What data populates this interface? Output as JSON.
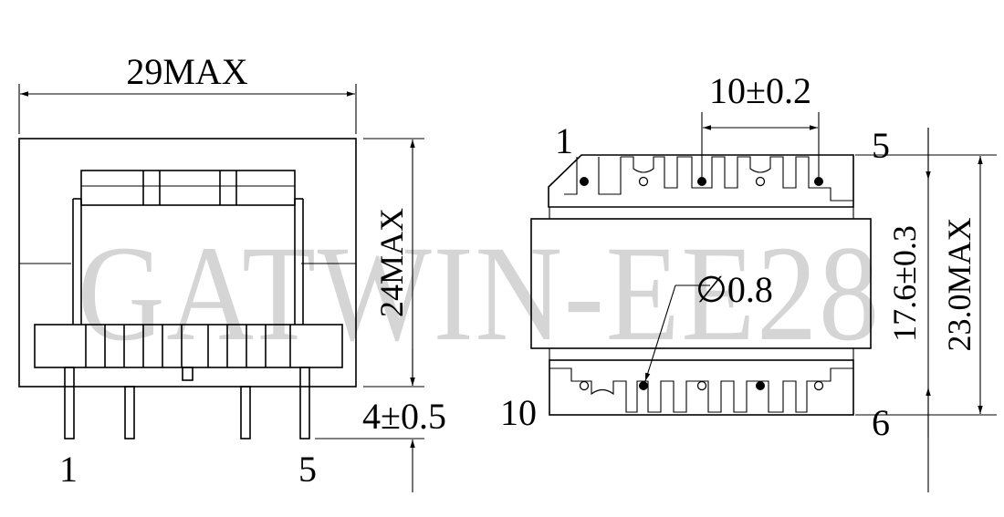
{
  "watermark": "GATWIN-EE28",
  "side_view": {
    "width_dim": "29MAX",
    "height_dim": "24MAX",
    "pin_length_dim": "4±0.5",
    "pin_label_left": "1",
    "pin_label_right": "5"
  },
  "bottom_view": {
    "pitch_dim": "10±0.2",
    "hole_dim": "∅0.8",
    "row_spacing_dim": "17.6±0.3",
    "overall_dim": "23.0MAX",
    "pin_labels": {
      "top_left": "1",
      "top_right": "5",
      "bottom_left": "10",
      "bottom_right": "6"
    }
  },
  "colors": {
    "line": "#000000",
    "watermark": "#b8b8b8",
    "background": "#ffffff"
  }
}
